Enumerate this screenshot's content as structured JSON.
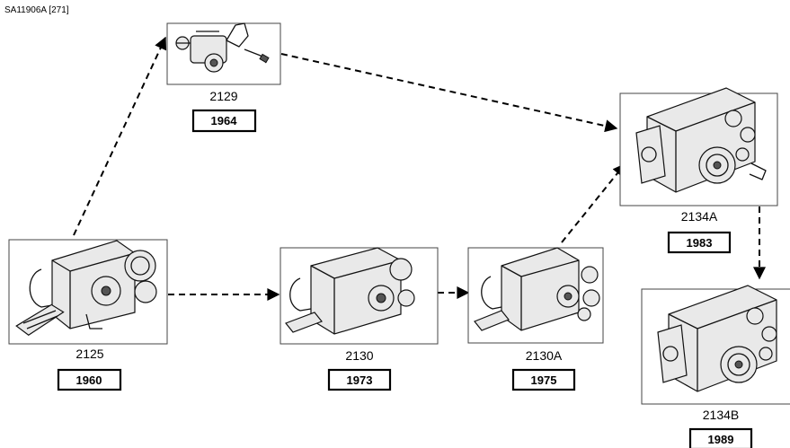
{
  "reference": "SA11906A [271]",
  "units": [
    {
      "model": "2125",
      "year": "1960"
    },
    {
      "model": "2129",
      "year": "1964"
    },
    {
      "model": "2130",
      "year": "1973"
    },
    {
      "model": "2130A",
      "year": "1975"
    },
    {
      "model": "2134A",
      "year": "1983"
    },
    {
      "model": "2134B",
      "year": "1989"
    }
  ]
}
